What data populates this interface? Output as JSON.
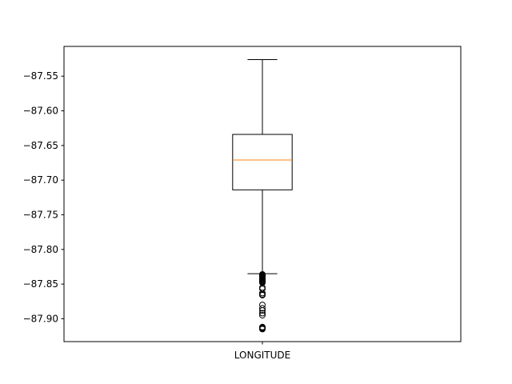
{
  "chart_data": {
    "type": "box",
    "categories": [
      "LONGITUDE"
    ],
    "ylim": [
      -87.933,
      -87.507
    ],
    "yticks": [
      -87.55,
      -87.6,
      -87.65,
      -87.7,
      -87.75,
      -87.8,
      -87.85,
      -87.9
    ],
    "ytick_labels": [
      "−87.55",
      "−87.60",
      "−87.65",
      "−87.70",
      "−87.75",
      "−87.80",
      "−87.85",
      "−87.90"
    ],
    "grid": false,
    "boxes": [
      {
        "category": "LONGITUDE",
        "whisker_high": -87.526,
        "q3": -87.634,
        "median": -87.671,
        "q1": -87.714,
        "whisker_low": -87.835,
        "outliers": [
          -87.836,
          -87.837,
          -87.838,
          -87.839,
          -87.84,
          -87.841,
          -87.842,
          -87.843,
          -87.844,
          -87.845,
          -87.846,
          -87.847,
          -87.848,
          -87.855,
          -87.857,
          -87.863,
          -87.865,
          -87.866,
          -87.88,
          -87.885,
          -87.888,
          -87.892,
          -87.895,
          -87.912,
          -87.913,
          -87.914,
          -87.915
        ]
      }
    ],
    "colors": {
      "box": "#000000",
      "median": "#ff7f0e",
      "whisker": "#000000",
      "outlier": "#000000"
    }
  }
}
